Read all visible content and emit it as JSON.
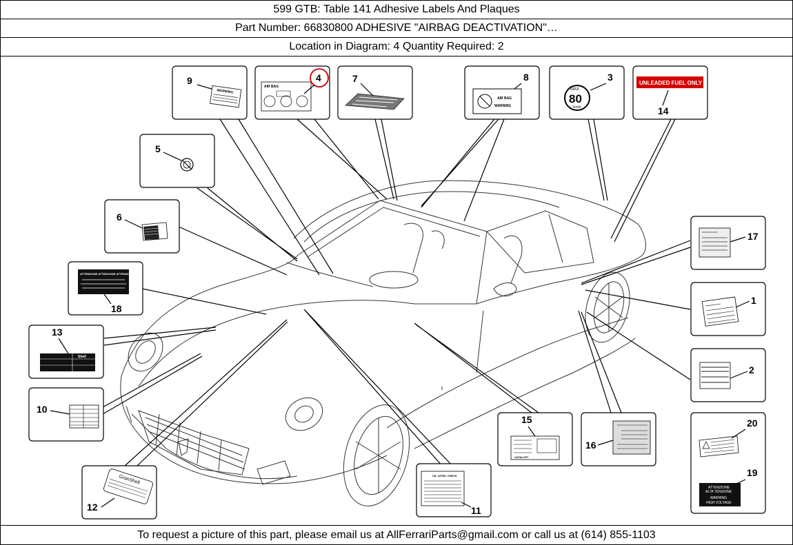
{
  "header": {
    "title_line": "599 GTB:   Table 141 Adhesive Labels And Plaques",
    "part_line": "Part Number: 66830800   ADHESIVE \"AIRBAG DEACTIVATION\"…",
    "location_line": "Location in Diagram: 4   Quantity Required: 2"
  },
  "footer": {
    "request_text": "To request a picture of this part, please email us at AllFerrariParts@gmail.com or call us at (614) 855-1103"
  },
  "diagram": {
    "highlight_color": "#cc0000",
    "callouts": {
      "c1": "1",
      "c2": "2",
      "c3": "3",
      "c4": "4",
      "c5": "5",
      "c6": "6",
      "c7": "7",
      "c8": "8",
      "c9": "9",
      "c10": "10",
      "c11": "11",
      "c12": "12",
      "c13": "13",
      "c14": "14",
      "c15": "15",
      "c16": "16",
      "c17": "17",
      "c18": "18",
      "c19": "19",
      "c20": "20"
    },
    "label_text": {
      "warning": "WARNING",
      "airbag": "AIR BAG",
      "airbag_warning": "WARNING",
      "max": "MAX",
      "speed": "80",
      "kmh": "Km/h",
      "unleaded": "UNLEADED FUEL ONLY",
      "attenzione": "ATTENZIONE  ATTENZIONE  ATTENZIONE",
      "shell": "Shell",
      "granshell": "GranShell",
      "catalyst": "CATALYST",
      "oil_check": "OIL LEVEL CHECK",
      "attenzione_alta": "ATTENZIONE",
      "alta_tensione": "ALTA TENSIONE",
      "warning_hv": "WARNING",
      "high_voltage": "HIGH VOLTAGE"
    }
  }
}
